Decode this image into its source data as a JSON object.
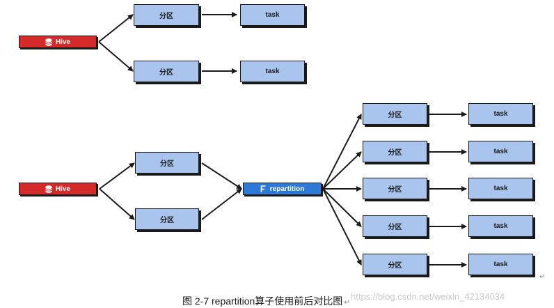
{
  "diagram": {
    "source_label": "Hive",
    "partition_label": "分区",
    "task_label": "task",
    "repartition_label": "repartition"
  },
  "caption": {
    "text": "图 2-7 repartition算子使用前后对比图",
    "return_mark": "↵"
  },
  "watermark": "https://blog.csdn.net/weixin_42134034",
  "paragraph_mark": "↵",
  "colors": {
    "source_fill": "#d52a2a",
    "box_fill": "#a9c5ee",
    "repartition_fill": "#2c79d8",
    "stroke": "#1a1a1a"
  },
  "icons": {
    "source": "database-icon",
    "repartition": "flink-logo-icon"
  }
}
